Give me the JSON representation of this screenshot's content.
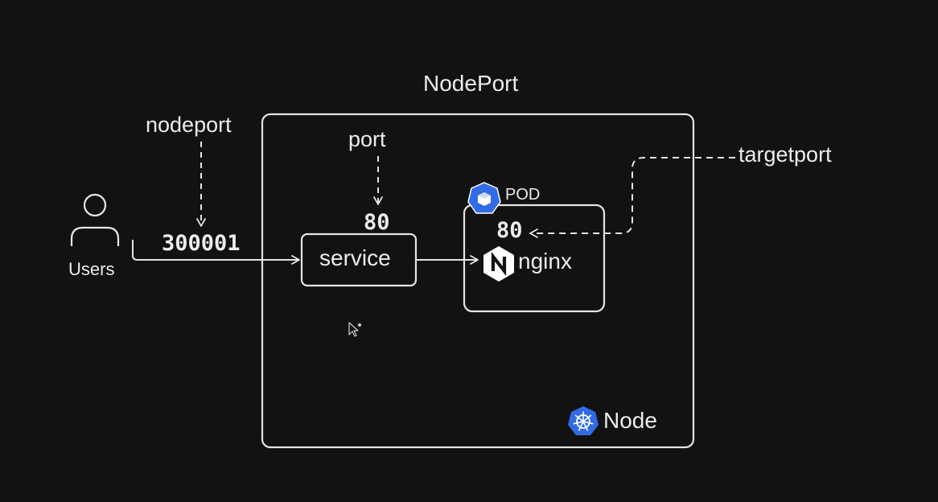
{
  "diagram": {
    "title": "NodePort",
    "users": {
      "label": "Users",
      "icon": "user-icon"
    },
    "nodeport": {
      "label": "nodeport",
      "value": "300001"
    },
    "service": {
      "label": "service",
      "port_label": "port",
      "port_value": "80"
    },
    "pod": {
      "label": "POD",
      "icon": "pod-cube-icon",
      "target_value": "80",
      "app_label": "nginx",
      "app_icon": "nginx-n-icon"
    },
    "targetport": {
      "label": "targetport"
    },
    "node": {
      "label": "Node",
      "icon": "kubernetes-wheel-icon"
    }
  },
  "colors": {
    "background": "#121212",
    "foreground": "#ececec",
    "kubernetes_blue": "#326ce5"
  }
}
